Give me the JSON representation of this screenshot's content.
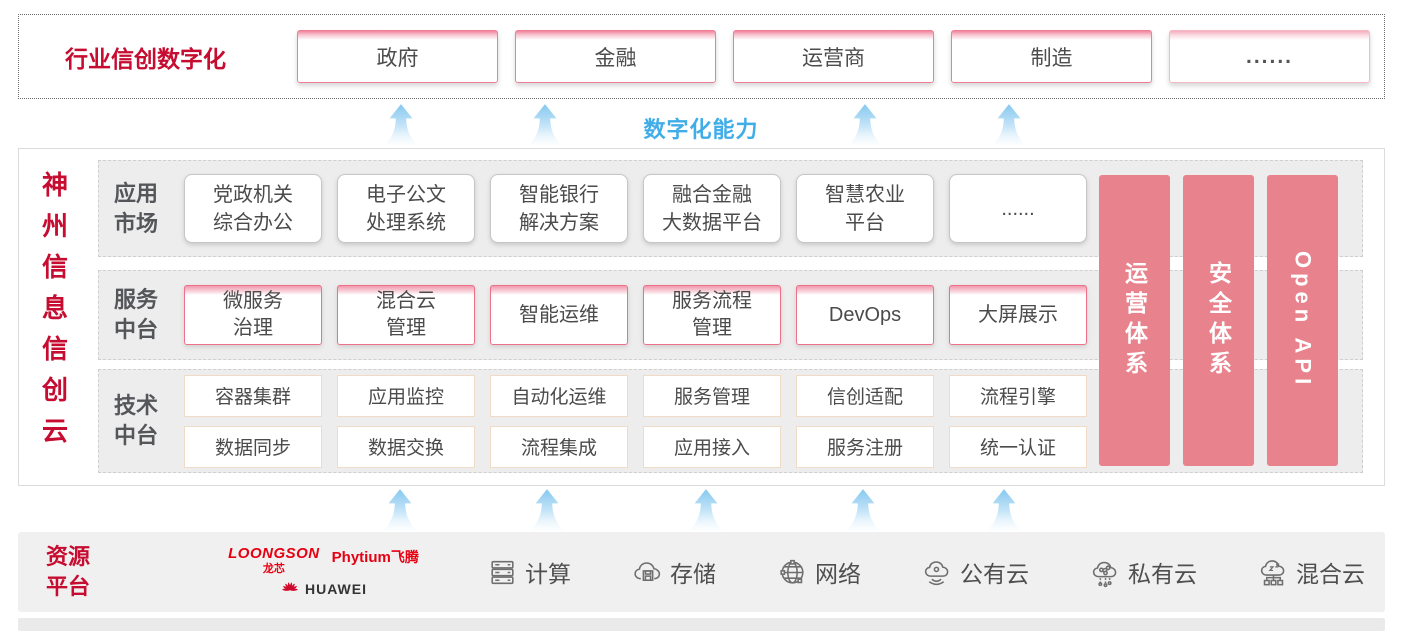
{
  "colors": {
    "accent_red": "#c60c30",
    "pink_border": "#ef7189",
    "salmon_pillar": "#e8838d",
    "capability_blue": "#41ade8",
    "band_gray": "#ededed"
  },
  "top_band": {
    "title": "行业信创数字化",
    "industries": [
      {
        "label": "政府"
      },
      {
        "label": "金融"
      },
      {
        "label": "运营商"
      },
      {
        "label": "制造"
      },
      {
        "label": "......"
      }
    ]
  },
  "capability_label": "数字化能力",
  "platform": {
    "title": "神州信息信创云",
    "rows": [
      {
        "label": "应用\n市场",
        "items": [
          {
            "label": "党政机关\n综合办公"
          },
          {
            "label": "电子公文\n处理系统"
          },
          {
            "label": "智能银行\n解决方案"
          },
          {
            "label": "融合金融\n大数据平台"
          },
          {
            "label": "智慧农业\n平台"
          },
          {
            "label": "......"
          }
        ]
      },
      {
        "label": "服务\n中台",
        "items": [
          {
            "label": "微服务\n治理"
          },
          {
            "label": "混合云\n管理"
          },
          {
            "label": "智能运维"
          },
          {
            "label": "服务流程\n管理"
          },
          {
            "label": "DevOps"
          },
          {
            "label": "大屏展示"
          }
        ]
      },
      {
        "label": "技术\n中台",
        "items_top": [
          {
            "label": "容器集群"
          },
          {
            "label": "应用监控"
          },
          {
            "label": "自动化运维"
          },
          {
            "label": "服务管理"
          },
          {
            "label": "信创适配"
          },
          {
            "label": "流程引擎"
          }
        ],
        "items_bottom": [
          {
            "label": "数据同步"
          },
          {
            "label": "数据交换"
          },
          {
            "label": "流程集成"
          },
          {
            "label": "应用接入"
          },
          {
            "label": "服务注册"
          },
          {
            "label": "统一认证"
          }
        ]
      }
    ],
    "pillars": [
      {
        "label": "运营体系"
      },
      {
        "label": "安全体系"
      },
      {
        "label": "Open API"
      }
    ]
  },
  "resources": {
    "title": "资源\n平台",
    "vendors": [
      {
        "name": "LOONGSON",
        "sub": "龙芯"
      },
      {
        "name": "Phytium",
        "sub": "飞腾"
      },
      {
        "name": "HUAWEI"
      }
    ],
    "items": [
      {
        "icon": "compute-icon",
        "label": "计算"
      },
      {
        "icon": "storage-icon",
        "label": "存储"
      },
      {
        "icon": "network-icon",
        "label": "网络"
      },
      {
        "icon": "public-cloud-icon",
        "label": "公有云"
      },
      {
        "icon": "private-cloud-icon",
        "label": "私有云"
      },
      {
        "icon": "hybrid-cloud-icon",
        "label": "混合云"
      }
    ]
  }
}
